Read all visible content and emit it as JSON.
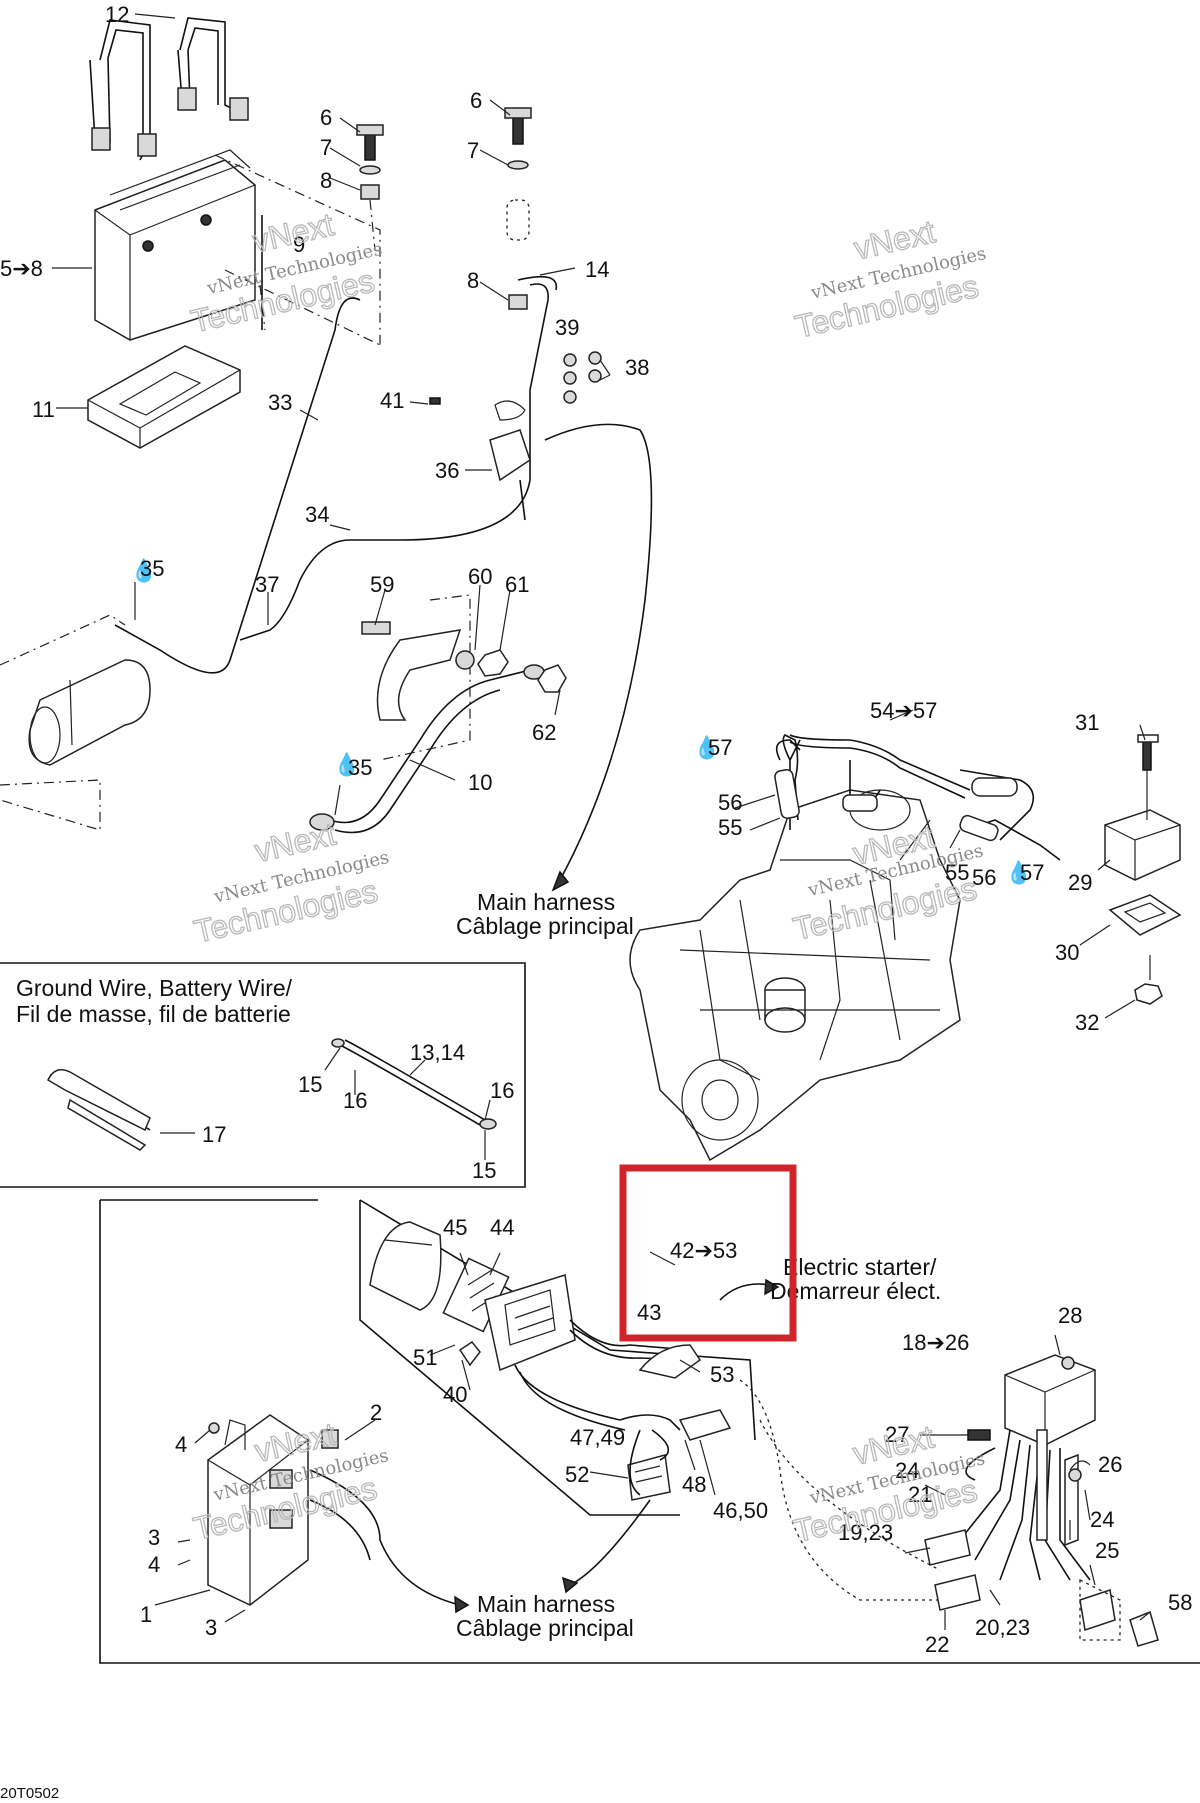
{
  "callouts": [
    {
      "id": "c-12",
      "text": "12"
    },
    {
      "id": "c-6a",
      "text": "6"
    },
    {
      "id": "c-7a",
      "text": "7"
    },
    {
      "id": "c-8a",
      "text": "8"
    },
    {
      "id": "c-6b",
      "text": "6"
    },
    {
      "id": "c-7b",
      "text": "7"
    },
    {
      "id": "c-8b",
      "text": "8"
    },
    {
      "id": "c-5-8",
      "text": "5➔8"
    },
    {
      "id": "c-9",
      "text": "9"
    },
    {
      "id": "c-14",
      "text": "14"
    },
    {
      "id": "c-39",
      "text": "39"
    },
    {
      "id": "c-38",
      "text": "38"
    },
    {
      "id": "c-11",
      "text": "11"
    },
    {
      "id": "c-33",
      "text": "33"
    },
    {
      "id": "c-41",
      "text": "41"
    },
    {
      "id": "c-36",
      "text": "36"
    },
    {
      "id": "c-34",
      "text": "34"
    },
    {
      "id": "c-35a",
      "text": "35"
    },
    {
      "id": "c-37",
      "text": "37"
    },
    {
      "id": "c-59",
      "text": "59"
    },
    {
      "id": "c-60",
      "text": "60"
    },
    {
      "id": "c-61",
      "text": "61"
    },
    {
      "id": "c-62",
      "text": "62"
    },
    {
      "id": "c-35b",
      "text": "35"
    },
    {
      "id": "c-10",
      "text": "10"
    },
    {
      "id": "c-54-57",
      "text": "54➔57"
    },
    {
      "id": "c-31",
      "text": "31"
    },
    {
      "id": "c-57a",
      "text": "57"
    },
    {
      "id": "c-56a",
      "text": "56"
    },
    {
      "id": "c-55a",
      "text": "55"
    },
    {
      "id": "c-55b",
      "text": "55"
    },
    {
      "id": "c-56b",
      "text": "56"
    },
    {
      "id": "c-57b",
      "text": "57"
    },
    {
      "id": "c-29",
      "text": "29"
    },
    {
      "id": "c-30",
      "text": "30"
    },
    {
      "id": "c-32",
      "text": "32"
    },
    {
      "id": "c-13-14",
      "text": "13,14"
    },
    {
      "id": "c-15a",
      "text": "15"
    },
    {
      "id": "c-16a",
      "text": "16"
    },
    {
      "id": "c-16b",
      "text": "16"
    },
    {
      "id": "c-15b",
      "text": "15"
    },
    {
      "id": "c-17",
      "text": "17"
    },
    {
      "id": "c-45",
      "text": "45"
    },
    {
      "id": "c-44",
      "text": "44"
    },
    {
      "id": "c-42-53",
      "text": "42➔53"
    },
    {
      "id": "c-43",
      "text": "43"
    },
    {
      "id": "c-51",
      "text": "51"
    },
    {
      "id": "c-40",
      "text": "40"
    },
    {
      "id": "c-53",
      "text": "53"
    },
    {
      "id": "c-28",
      "text": "28"
    },
    {
      "id": "c-18-26",
      "text": "18➔26"
    },
    {
      "id": "c-2",
      "text": "2"
    },
    {
      "id": "c-4a",
      "text": "4"
    },
    {
      "id": "c-47-49",
      "text": "47,49"
    },
    {
      "id": "c-52",
      "text": "52"
    },
    {
      "id": "c-48",
      "text": "48"
    },
    {
      "id": "c-46-50",
      "text": "46,50"
    },
    {
      "id": "c-27",
      "text": "27"
    },
    {
      "id": "c-24a",
      "text": "24"
    },
    {
      "id": "c-21",
      "text": "21"
    },
    {
      "id": "c-26",
      "text": "26"
    },
    {
      "id": "c-24b",
      "text": "24"
    },
    {
      "id": "c-19-23",
      "text": "19,23"
    },
    {
      "id": "c-25",
      "text": "25"
    },
    {
      "id": "c-3a",
      "text": "3"
    },
    {
      "id": "c-4b",
      "text": "4"
    },
    {
      "id": "c-1",
      "text": "1"
    },
    {
      "id": "c-3b",
      "text": "3"
    },
    {
      "id": "c-22",
      "text": "22"
    },
    {
      "id": "c-20-23",
      "text": "20,23"
    },
    {
      "id": "c-58",
      "text": "58"
    }
  ],
  "notes": {
    "main_harness_top": {
      "en": "Main harness",
      "fr": "Câblage principal"
    },
    "main_harness_bottom": {
      "en": "Main harness",
      "fr": "Câblage principal"
    },
    "ground_wire_box": {
      "en": "Ground Wire, Battery Wire/",
      "fr": "Fil de masse, fil de batterie"
    },
    "electric_starter": {
      "en": "Electric starter/",
      "fr": "Démarreur élect."
    }
  },
  "watermark": {
    "line1": "vNext Technologies",
    "line2": "Technologies",
    "line3": "vNext"
  },
  "figure_code": "20T0502",
  "highlight": {
    "color": "#d0242b"
  },
  "colors": {
    "line": "#111111",
    "watermark": "#8a8a8a"
  }
}
